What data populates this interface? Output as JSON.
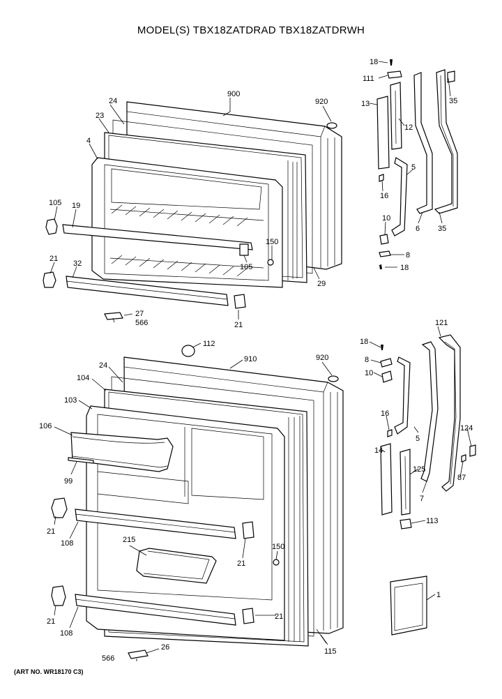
{
  "title": "MODEL(S) TBX18ZATDRAD  TBX18ZATDRWH",
  "art_number": "(ART NO. WR18170 C3)",
  "callouts": {
    "fz_900": "900",
    "fz_920": "920",
    "fz_24": "24",
    "fz_23": "23",
    "fz_4": "4",
    "fz_105a": "105",
    "fz_19": "19",
    "fz_150": "150",
    "fz_105b": "105",
    "fz_21a": "21",
    "fz_32": "32",
    "fz_29": "29",
    "fz_27": "27",
    "fz_566": "566",
    "fz_21b": "21",
    "fzh_18a": "18",
    "fzh_111": "111",
    "fzh_13": "13",
    "fzh_12": "12",
    "fzh_35a": "35",
    "fzh_5": "5",
    "fzh_16": "16",
    "fzh_10": "10",
    "fzh_6": "6",
    "fzh_35b": "35",
    "fzh_8": "8",
    "fzh_18b": "18",
    "ff_112": "112",
    "ff_910": "910",
    "ff_920": "920",
    "ff_24": "24",
    "ff_104": "104",
    "ff_103": "103",
    "ff_106": "106",
    "ff_99": "99",
    "ff_21a": "21",
    "ff_108a": "108",
    "ff_215": "215",
    "ff_150": "150",
    "ff_21b": "21",
    "ff_21c": "21",
    "ff_108b": "108",
    "ff_21d": "21",
    "ff_115": "115",
    "ff_26": "26",
    "ff_566": "566",
    "ffh_18": "18",
    "ffh_8": "8",
    "ffh_10": "10",
    "ffh_121": "121",
    "ffh_16": "16",
    "ffh_124": "124",
    "ffh_14": "14",
    "ffh_5": "5",
    "ffh_125": "125",
    "ffh_87": "87",
    "ffh_7": "7",
    "ffh_113": "113",
    "ffh_1": "1"
  }
}
